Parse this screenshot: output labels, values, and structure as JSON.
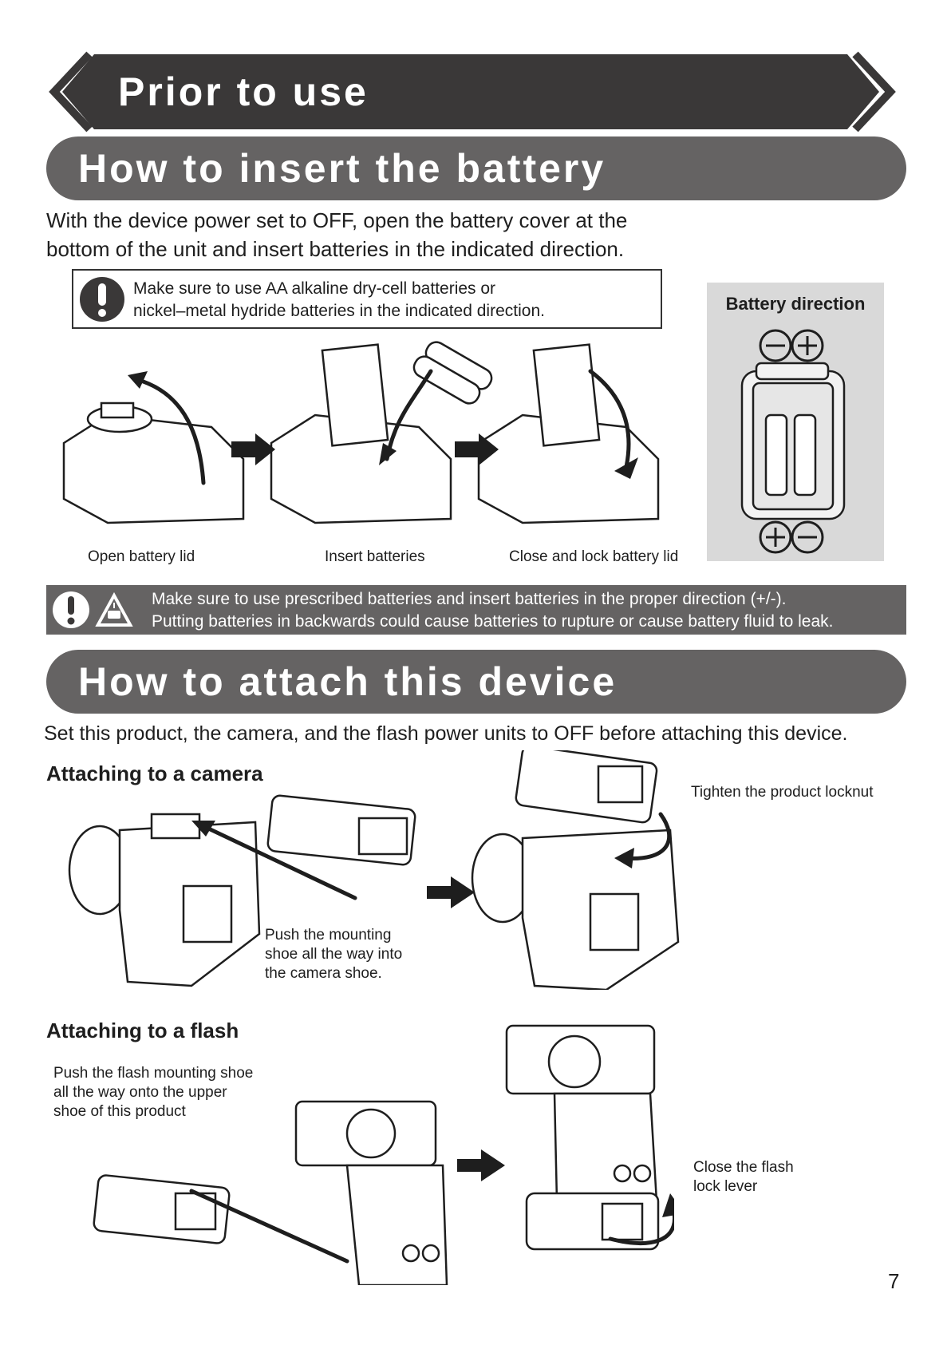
{
  "banner": {
    "title": "Prior to use"
  },
  "battery_section": {
    "title": "How to insert the battery",
    "intro_line1": "With the device power set to OFF, open the battery cover at the",
    "intro_line2": "bottom of the unit and insert batteries in the indicated direction.",
    "note_line1": "Make sure to use AA alkaline dry-cell batteries or",
    "note_line2": "nickel–metal hydride batteries in the indicated direction.",
    "direction_label": "Battery direction",
    "steps": [
      {
        "caption": "Open battery lid"
      },
      {
        "caption": "Insert batteries"
      },
      {
        "caption": "Close and lock battery lid"
      }
    ],
    "warning_line1": "Make sure to use prescribed batteries and insert batteries in the proper direction (+/-).",
    "warning_line2": "Putting batteries in backwards could cause batteries to rupture or cause battery fluid to leak."
  },
  "attach_section": {
    "title": "How to attach this device",
    "intro": "Set this product, the camera, and the flash power units to OFF before attaching this device.",
    "camera": {
      "heading": "Attaching to a camera",
      "push_line1": "Push the mounting",
      "push_line2": "shoe all the way into",
      "push_line3": "the camera shoe.",
      "tighten": "Tighten the product locknut"
    },
    "flash": {
      "heading": "Attaching to a flash",
      "push_line1": "Push the flash mounting shoe",
      "push_line2": "all the way onto the upper",
      "push_line3": "shoe of this product",
      "close_line1": "Close the flash",
      "close_line2": "lock lever"
    }
  },
  "page_number": "7",
  "colors": {
    "banner": "#3a3838",
    "section": "#656363",
    "panel": "#d9d9d9",
    "arrow": "#1e1e1e"
  }
}
